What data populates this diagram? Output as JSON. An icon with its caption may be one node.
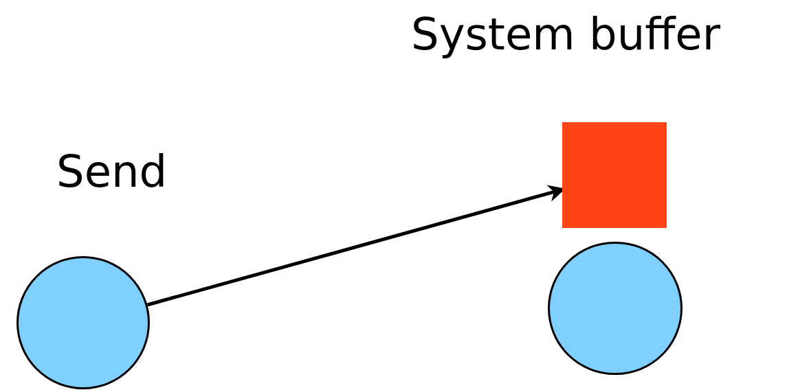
{
  "diagram": {
    "nodes": [
      {
        "text": [],
        "shape": "circle"
      },
      {
        "text": [],
        "shape": "box"
      },
      {
        "text": [],
        "shape": "circle"
      }
    ],
    "edges": [
      {
        "from": 0,
        "to": 1,
        "arrow": "to"
      }
    ],
    "labels": [
      "System buffer",
      "Send"
    ]
  }
}
